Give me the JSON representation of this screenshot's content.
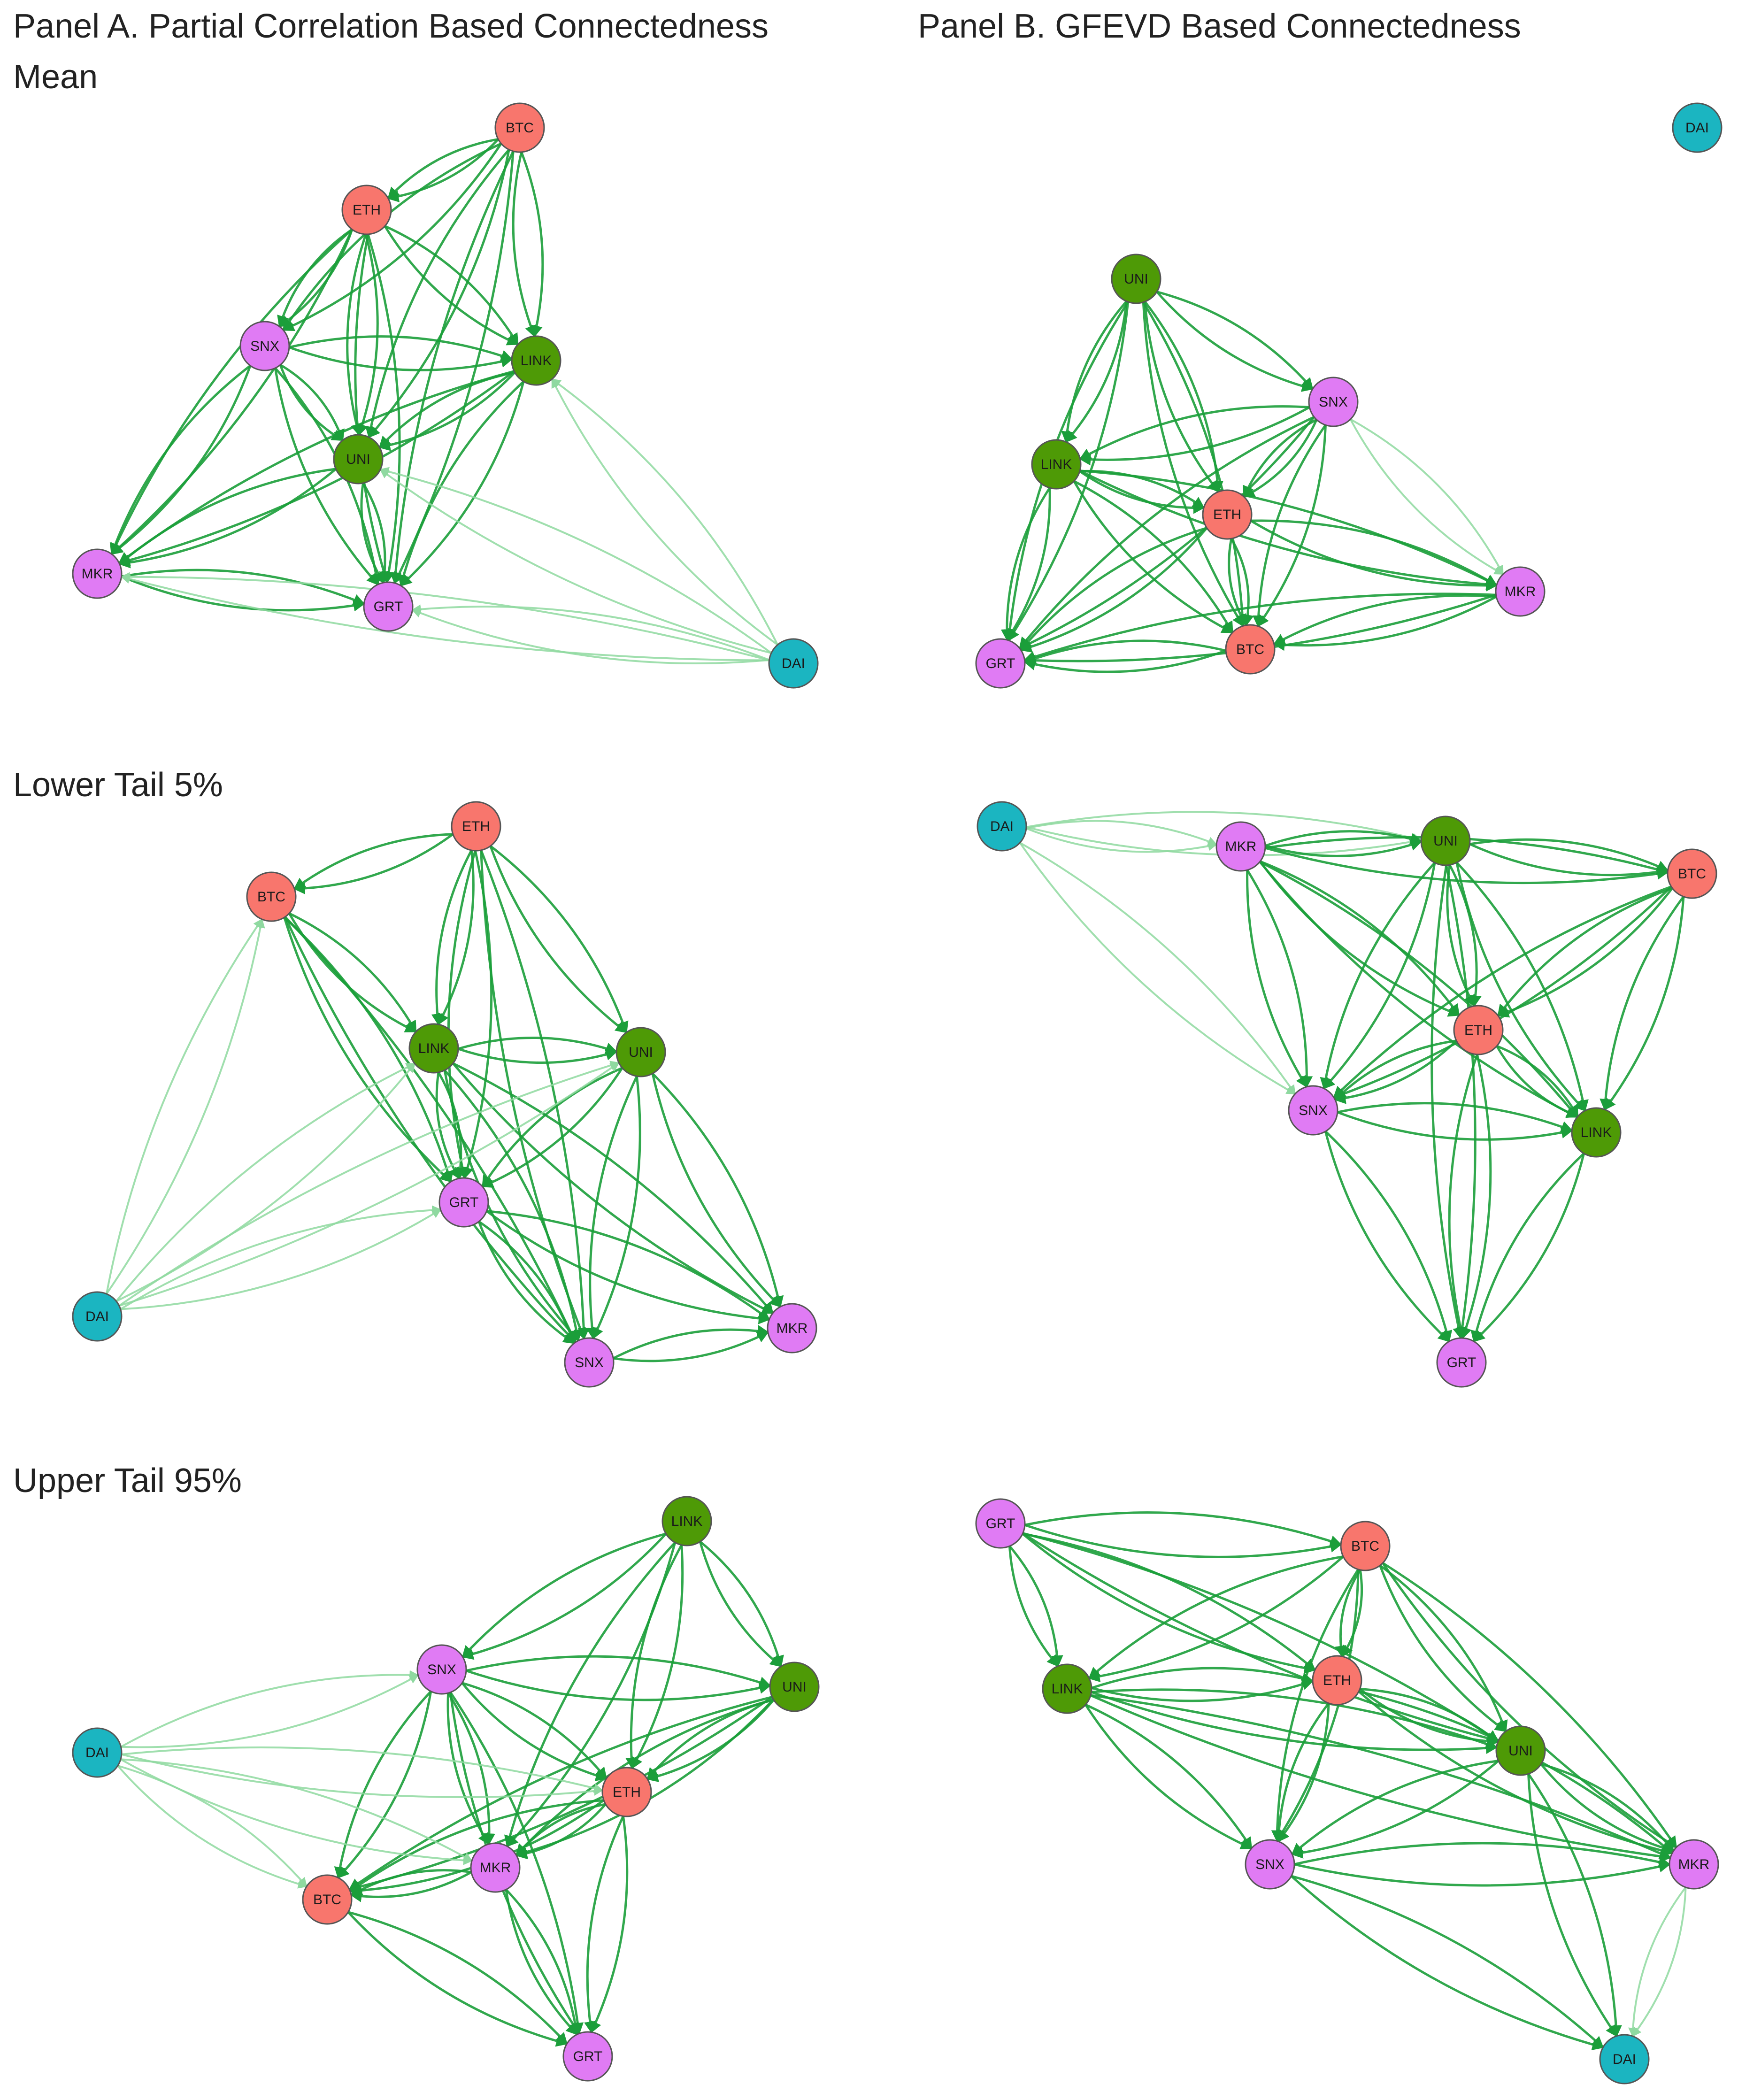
{
  "labels": {
    "panel_a": "Panel A. Partial Correlation Based Connectedness",
    "panel_b": "Panel B. GFEVD Based Connectedness",
    "row_mean": "Mean",
    "row_lower": "Lower Tail 5%",
    "row_upper": "Upper Tail 95%"
  },
  "colors": {
    "red": "#F8766D",
    "green": "#4E9A06",
    "purple": "#E07BF4",
    "teal": "#1BB5C1",
    "edge_strong": "#1B9E3A",
    "edge_weak": "#8FD9A0"
  },
  "graphs": [
    {
      "id": "A-mean",
      "nodes": [
        {
          "id": "BTC",
          "color": "red"
        },
        {
          "id": "ETH",
          "color": "red"
        },
        {
          "id": "SNX",
          "color": "purple"
        },
        {
          "id": "LINK",
          "color": "green"
        },
        {
          "id": "UNI",
          "color": "green"
        },
        {
          "id": "MKR",
          "color": "purple"
        },
        {
          "id": "GRT",
          "color": "purple"
        },
        {
          "id": "DAI",
          "color": "teal"
        }
      ],
      "edges": [
        [
          "BTC",
          "ETH",
          1
        ],
        [
          "BTC",
          "SNX",
          1
        ],
        [
          "BTC",
          "LINK",
          1
        ],
        [
          "BTC",
          "UNI",
          1
        ],
        [
          "BTC",
          "GRT",
          1
        ],
        [
          "ETH",
          "SNX",
          1
        ],
        [
          "ETH",
          "LINK",
          1
        ],
        [
          "ETH",
          "UNI",
          1
        ],
        [
          "ETH",
          "GRT",
          1
        ],
        [
          "ETH",
          "MKR",
          1
        ],
        [
          "SNX",
          "LINK",
          1
        ],
        [
          "SNX",
          "UNI",
          1
        ],
        [
          "SNX",
          "MKR",
          1
        ],
        [
          "SNX",
          "GRT",
          1
        ],
        [
          "LINK",
          "UNI",
          1
        ],
        [
          "LINK",
          "MKR",
          1
        ],
        [
          "LINK",
          "GRT",
          1
        ],
        [
          "UNI",
          "MKR",
          1
        ],
        [
          "UNI",
          "GRT",
          1
        ],
        [
          "MKR",
          "GRT",
          1
        ],
        [
          "DAI",
          "LINK",
          0
        ],
        [
          "DAI",
          "UNI",
          0
        ],
        [
          "DAI",
          "GRT",
          0
        ],
        [
          "DAI",
          "MKR",
          0
        ]
      ]
    },
    {
      "id": "B-mean",
      "nodes": [
        {
          "id": "DAI",
          "color": "teal"
        },
        {
          "id": "UNI",
          "color": "green"
        },
        {
          "id": "SNX",
          "color": "purple"
        },
        {
          "id": "LINK",
          "color": "green"
        },
        {
          "id": "ETH",
          "color": "red"
        },
        {
          "id": "MKR",
          "color": "purple"
        },
        {
          "id": "GRT",
          "color": "purple"
        },
        {
          "id": "BTC",
          "color": "red"
        }
      ],
      "edges": [
        [
          "UNI",
          "SNX",
          1
        ],
        [
          "UNI",
          "LINK",
          1
        ],
        [
          "UNI",
          "ETH",
          1
        ],
        [
          "UNI",
          "BTC",
          1
        ],
        [
          "UNI",
          "GRT",
          1
        ],
        [
          "SNX",
          "LINK",
          1
        ],
        [
          "SNX",
          "ETH",
          1
        ],
        [
          "SNX",
          "MKR",
          0
        ],
        [
          "SNX",
          "BTC",
          1
        ],
        [
          "SNX",
          "GRT",
          1
        ],
        [
          "LINK",
          "ETH",
          1
        ],
        [
          "LINK",
          "MKR",
          1
        ],
        [
          "LINK",
          "BTC",
          1
        ],
        [
          "LINK",
          "GRT",
          1
        ],
        [
          "ETH",
          "MKR",
          1
        ],
        [
          "ETH",
          "BTC",
          1
        ],
        [
          "ETH",
          "GRT",
          1
        ],
        [
          "MKR",
          "BTC",
          1
        ],
        [
          "MKR",
          "GRT",
          1
        ],
        [
          "BTC",
          "GRT",
          1
        ]
      ]
    },
    {
      "id": "A-lower",
      "nodes": [
        {
          "id": "ETH",
          "color": "red"
        },
        {
          "id": "BTC",
          "color": "red"
        },
        {
          "id": "LINK",
          "color": "green"
        },
        {
          "id": "UNI",
          "color": "green"
        },
        {
          "id": "GRT",
          "color": "purple"
        },
        {
          "id": "DAI",
          "color": "teal"
        },
        {
          "id": "MKR",
          "color": "purple"
        },
        {
          "id": "SNX",
          "color": "purple"
        }
      ],
      "edges": [
        [
          "ETH",
          "BTC",
          1
        ],
        [
          "ETH",
          "LINK",
          1
        ],
        [
          "ETH",
          "UNI",
          1
        ],
        [
          "ETH",
          "GRT",
          1
        ],
        [
          "ETH",
          "SNX",
          1
        ],
        [
          "BTC",
          "LINK",
          1
        ],
        [
          "BTC",
          "GRT",
          1
        ],
        [
          "BTC",
          "SNX",
          1
        ],
        [
          "LINK",
          "UNI",
          1
        ],
        [
          "LINK",
          "GRT",
          1
        ],
        [
          "LINK",
          "SNX",
          1
        ],
        [
          "LINK",
          "MKR",
          1
        ],
        [
          "UNI",
          "GRT",
          1
        ],
        [
          "UNI",
          "SNX",
          1
        ],
        [
          "UNI",
          "MKR",
          1
        ],
        [
          "GRT",
          "SNX",
          1
        ],
        [
          "GRT",
          "MKR",
          1
        ],
        [
          "SNX",
          "MKR",
          1
        ],
        [
          "DAI",
          "BTC",
          0
        ],
        [
          "DAI",
          "LINK",
          0
        ],
        [
          "DAI",
          "GRT",
          0
        ],
        [
          "DAI",
          "UNI",
          0
        ]
      ]
    },
    {
      "id": "B-lower",
      "nodes": [
        {
          "id": "DAI",
          "color": "teal"
        },
        {
          "id": "MKR",
          "color": "purple"
        },
        {
          "id": "UNI",
          "color": "green"
        },
        {
          "id": "BTC",
          "color": "red"
        },
        {
          "id": "ETH",
          "color": "red"
        },
        {
          "id": "SNX",
          "color": "purple"
        },
        {
          "id": "LINK",
          "color": "green"
        },
        {
          "id": "GRT",
          "color": "purple"
        }
      ],
      "edges": [
        [
          "DAI",
          "MKR",
          0
        ],
        [
          "DAI",
          "UNI",
          0
        ],
        [
          "DAI",
          "SNX",
          0
        ],
        [
          "MKR",
          "UNI",
          1
        ],
        [
          "MKR",
          "ETH",
          1
        ],
        [
          "MKR",
          "SNX",
          1
        ],
        [
          "MKR",
          "LINK",
          1
        ],
        [
          "MKR",
          "BTC",
          1
        ],
        [
          "UNI",
          "BTC",
          1
        ],
        [
          "UNI",
          "ETH",
          1
        ],
        [
          "UNI",
          "SNX",
          1
        ],
        [
          "UNI",
          "LINK",
          1
        ],
        [
          "UNI",
          "GRT",
          1
        ],
        [
          "BTC",
          "ETH",
          1
        ],
        [
          "BTC",
          "SNX",
          1
        ],
        [
          "BTC",
          "LINK",
          1
        ],
        [
          "ETH",
          "SNX",
          1
        ],
        [
          "ETH",
          "LINK",
          1
        ],
        [
          "ETH",
          "GRT",
          1
        ],
        [
          "SNX",
          "LINK",
          1
        ],
        [
          "SNX",
          "GRT",
          1
        ],
        [
          "LINK",
          "GRT",
          1
        ]
      ]
    },
    {
      "id": "A-upper",
      "nodes": [
        {
          "id": "LINK",
          "color": "green"
        },
        {
          "id": "SNX",
          "color": "purple"
        },
        {
          "id": "UNI",
          "color": "green"
        },
        {
          "id": "DAI",
          "color": "teal"
        },
        {
          "id": "ETH",
          "color": "red"
        },
        {
          "id": "MKR",
          "color": "purple"
        },
        {
          "id": "BTC",
          "color": "red"
        },
        {
          "id": "GRT",
          "color": "purple"
        }
      ],
      "edges": [
        [
          "LINK",
          "SNX",
          1
        ],
        [
          "LINK",
          "UNI",
          1
        ],
        [
          "LINK",
          "ETH",
          1
        ],
        [
          "LINK",
          "MKR",
          1
        ],
        [
          "SNX",
          "UNI",
          1
        ],
        [
          "SNX",
          "ETH",
          1
        ],
        [
          "SNX",
          "MKR",
          1
        ],
        [
          "SNX",
          "BTC",
          1
        ],
        [
          "SNX",
          "GRT",
          1
        ],
        [
          "UNI",
          "ETH",
          1
        ],
        [
          "UNI",
          "MKR",
          1
        ],
        [
          "UNI",
          "BTC",
          1
        ],
        [
          "ETH",
          "MKR",
          1
        ],
        [
          "ETH",
          "BTC",
          1
        ],
        [
          "ETH",
          "GRT",
          1
        ],
        [
          "MKR",
          "BTC",
          1
        ],
        [
          "MKR",
          "GRT",
          1
        ],
        [
          "BTC",
          "GRT",
          1
        ],
        [
          "DAI",
          "SNX",
          0
        ],
        [
          "DAI",
          "BTC",
          0
        ],
        [
          "DAI",
          "MKR",
          0
        ],
        [
          "DAI",
          "ETH",
          0
        ]
      ]
    },
    {
      "id": "B-upper",
      "nodes": [
        {
          "id": "GRT",
          "color": "purple"
        },
        {
          "id": "BTC",
          "color": "red"
        },
        {
          "id": "LINK",
          "color": "green"
        },
        {
          "id": "ETH",
          "color": "red"
        },
        {
          "id": "UNI",
          "color": "green"
        },
        {
          "id": "SNX",
          "color": "purple"
        },
        {
          "id": "MKR",
          "color": "purple"
        },
        {
          "id": "DAI",
          "color": "teal"
        }
      ],
      "edges": [
        [
          "GRT",
          "BTC",
          1
        ],
        [
          "GRT",
          "LINK",
          1
        ],
        [
          "GRT",
          "ETH",
          1
        ],
        [
          "GRT",
          "UNI",
          1
        ],
        [
          "BTC",
          "LINK",
          1
        ],
        [
          "BTC",
          "ETH",
          1
        ],
        [
          "BTC",
          "UNI",
          1
        ],
        [
          "BTC",
          "SNX",
          1
        ],
        [
          "BTC",
          "MKR",
          1
        ],
        [
          "LINK",
          "ETH",
          1
        ],
        [
          "LINK",
          "UNI",
          1
        ],
        [
          "LINK",
          "SNX",
          1
        ],
        [
          "LINK",
          "MKR",
          1
        ],
        [
          "ETH",
          "UNI",
          1
        ],
        [
          "ETH",
          "SNX",
          1
        ],
        [
          "ETH",
          "MKR",
          1
        ],
        [
          "UNI",
          "SNX",
          1
        ],
        [
          "UNI",
          "MKR",
          1
        ],
        [
          "UNI",
          "DAI",
          1
        ],
        [
          "SNX",
          "MKR",
          1
        ],
        [
          "SNX",
          "DAI",
          1
        ],
        [
          "MKR",
          "DAI",
          0
        ]
      ]
    }
  ]
}
